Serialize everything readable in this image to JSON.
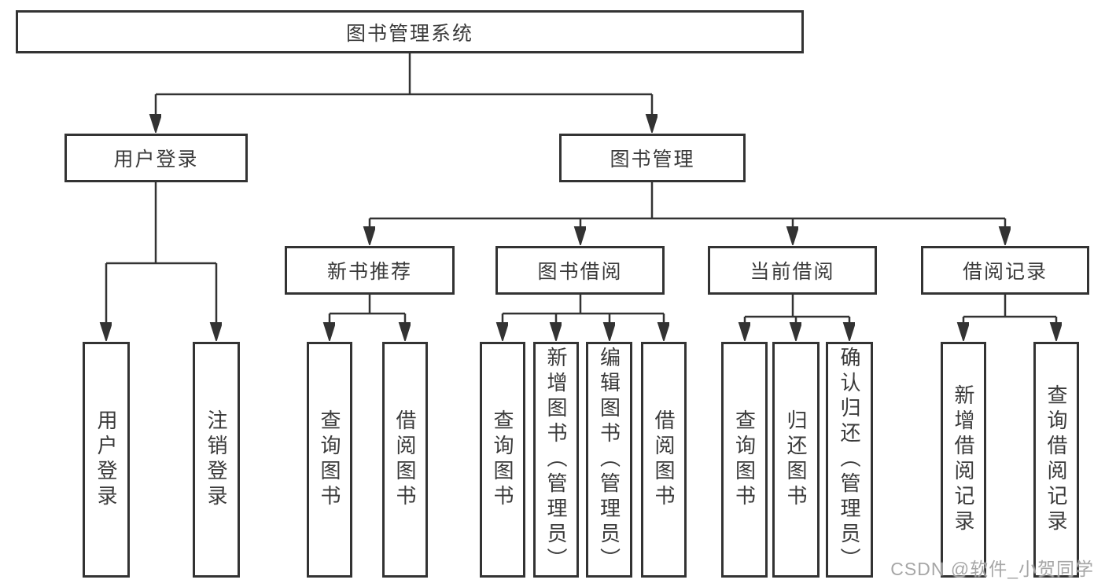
{
  "colors": {
    "line": "#333333",
    "box_border": "#333333",
    "text": "#3a3a3a",
    "background": "#ffffff",
    "watermark": "#9e9e9e"
  },
  "watermark": "CSDN @软件_小贺同学",
  "tree": {
    "root": {
      "label": "图书管理系统",
      "children": [
        {
          "label": "用户登录",
          "children": [
            {
              "label": "用户登录"
            },
            {
              "label": "注销登录"
            }
          ]
        },
        {
          "label": "图书管理",
          "children": [
            {
              "label": "新书推荐",
              "children": [
                {
                  "label": "查询图书"
                },
                {
                  "label": "借阅图书"
                }
              ]
            },
            {
              "label": "图书借阅",
              "children": [
                {
                  "label": "查询图书"
                },
                {
                  "label": "新增图书（管理员）"
                },
                {
                  "label": "编辑图书（管理员）"
                },
                {
                  "label": "借阅图书"
                }
              ]
            },
            {
              "label": "当前借阅",
              "children": [
                {
                  "label": "查询图书"
                },
                {
                  "label": "归还图书"
                },
                {
                  "label": "确认归还（管理员）"
                }
              ]
            },
            {
              "label": "借阅记录",
              "children": [
                {
                  "label": "新增借阅记录"
                },
                {
                  "label": "查询借阅记录"
                }
              ]
            }
          ]
        }
      ]
    }
  }
}
